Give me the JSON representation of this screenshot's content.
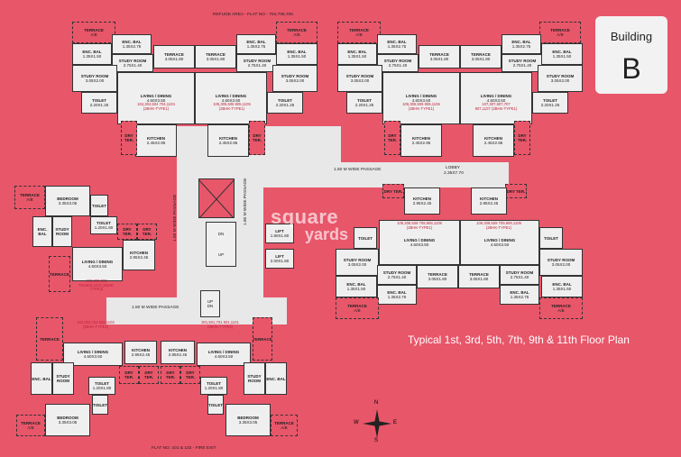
{
  "building": {
    "label": "Building",
    "letter": "B"
  },
  "floor_plan_title": "Typical 1st, 3rd, 5th, 7th, 9th & 11th Floor Plan",
  "watermark": {
    "line1": "square",
    "line2": "yards"
  },
  "edge_labels": {
    "top": "REFUGE AREA - FLAT NO - 704,705,706",
    "bottom": "FLAT NO. 101 & 102 - FIRE EXIT"
  },
  "passages": {
    "center_lobby_passage": "1.50 M WIDE PASSAGE",
    "lobby": "LOBBY",
    "lobby_size": "2.35X7.70",
    "left_passage": "1.50 M WIDE PASSAGE",
    "vertical_passage_1": "1.50 M WIDE PASSAGE",
    "vertical_passage_2": "1.80 M WIDE PASSAGE"
  },
  "core": {
    "lift1": "LIFT",
    "lift1_size": "1.80X1.80",
    "lift2": "LIFT",
    "lift2_size": "2.00X1.80",
    "dn1": "DN",
    "up1": "UP",
    "up2": "UP",
    "dn2": "DN"
  },
  "flats": {
    "top_left_a": "104,304,504 704,1104 (2BHK-TYPE1)",
    "top_left_b": "105,305,505 805,1105 (2BHK-TYPE1)",
    "top_right_a": "106,306,506 806,1106 (2BHK-TYPE1)",
    "top_right_b": "107,307,507,707 907,1107 (2BHK-TYPE1)",
    "left_mid": "103,303,503 703,903,1103 (2BHK-TYPE2)",
    "right_mid_a": "108,308,508 708,908,1108 (2BHK-TYPE1)",
    "right_mid_b": "109,309,509 709,909,1109 (2BHK-TYPE1)",
    "bottom_left_a": "102,302,702 902,1102 (2BHK-TYPE2)",
    "bottom_left_b": "301,501,701 901,1101 (2BHK-TYPE2)"
  },
  "rooms": {
    "terrace": "TERRACE",
    "terrace_ab": "A/B",
    "enc_bal": "ENC. BAL",
    "study": "STUDY ROOM",
    "living": "LIVING / DINING",
    "kitchen": "KITCHEN",
    "toilet": "TOILET",
    "dry_ter": "DRY TER.",
    "bedroom": "BEDROOM",
    "sizes": {
      "enc": "1.35X2.75",
      "enc2": "1.35X1.50",
      "study": "2.75X1.40",
      "study2": "3.05X2.00",
      "terr": "3.05X1.80",
      "living": "4.60X3.50",
      "kit": "2.45X2.95",
      "toil": "2.20X1.25",
      "toil2": "1.20X1.80",
      "dry": "1.60X1.40",
      "bed": "3.35X3.05",
      "kit2": "2.95X2.45"
    }
  },
  "compass": {
    "n": "N",
    "s": "S",
    "e": "E",
    "w": "W"
  }
}
